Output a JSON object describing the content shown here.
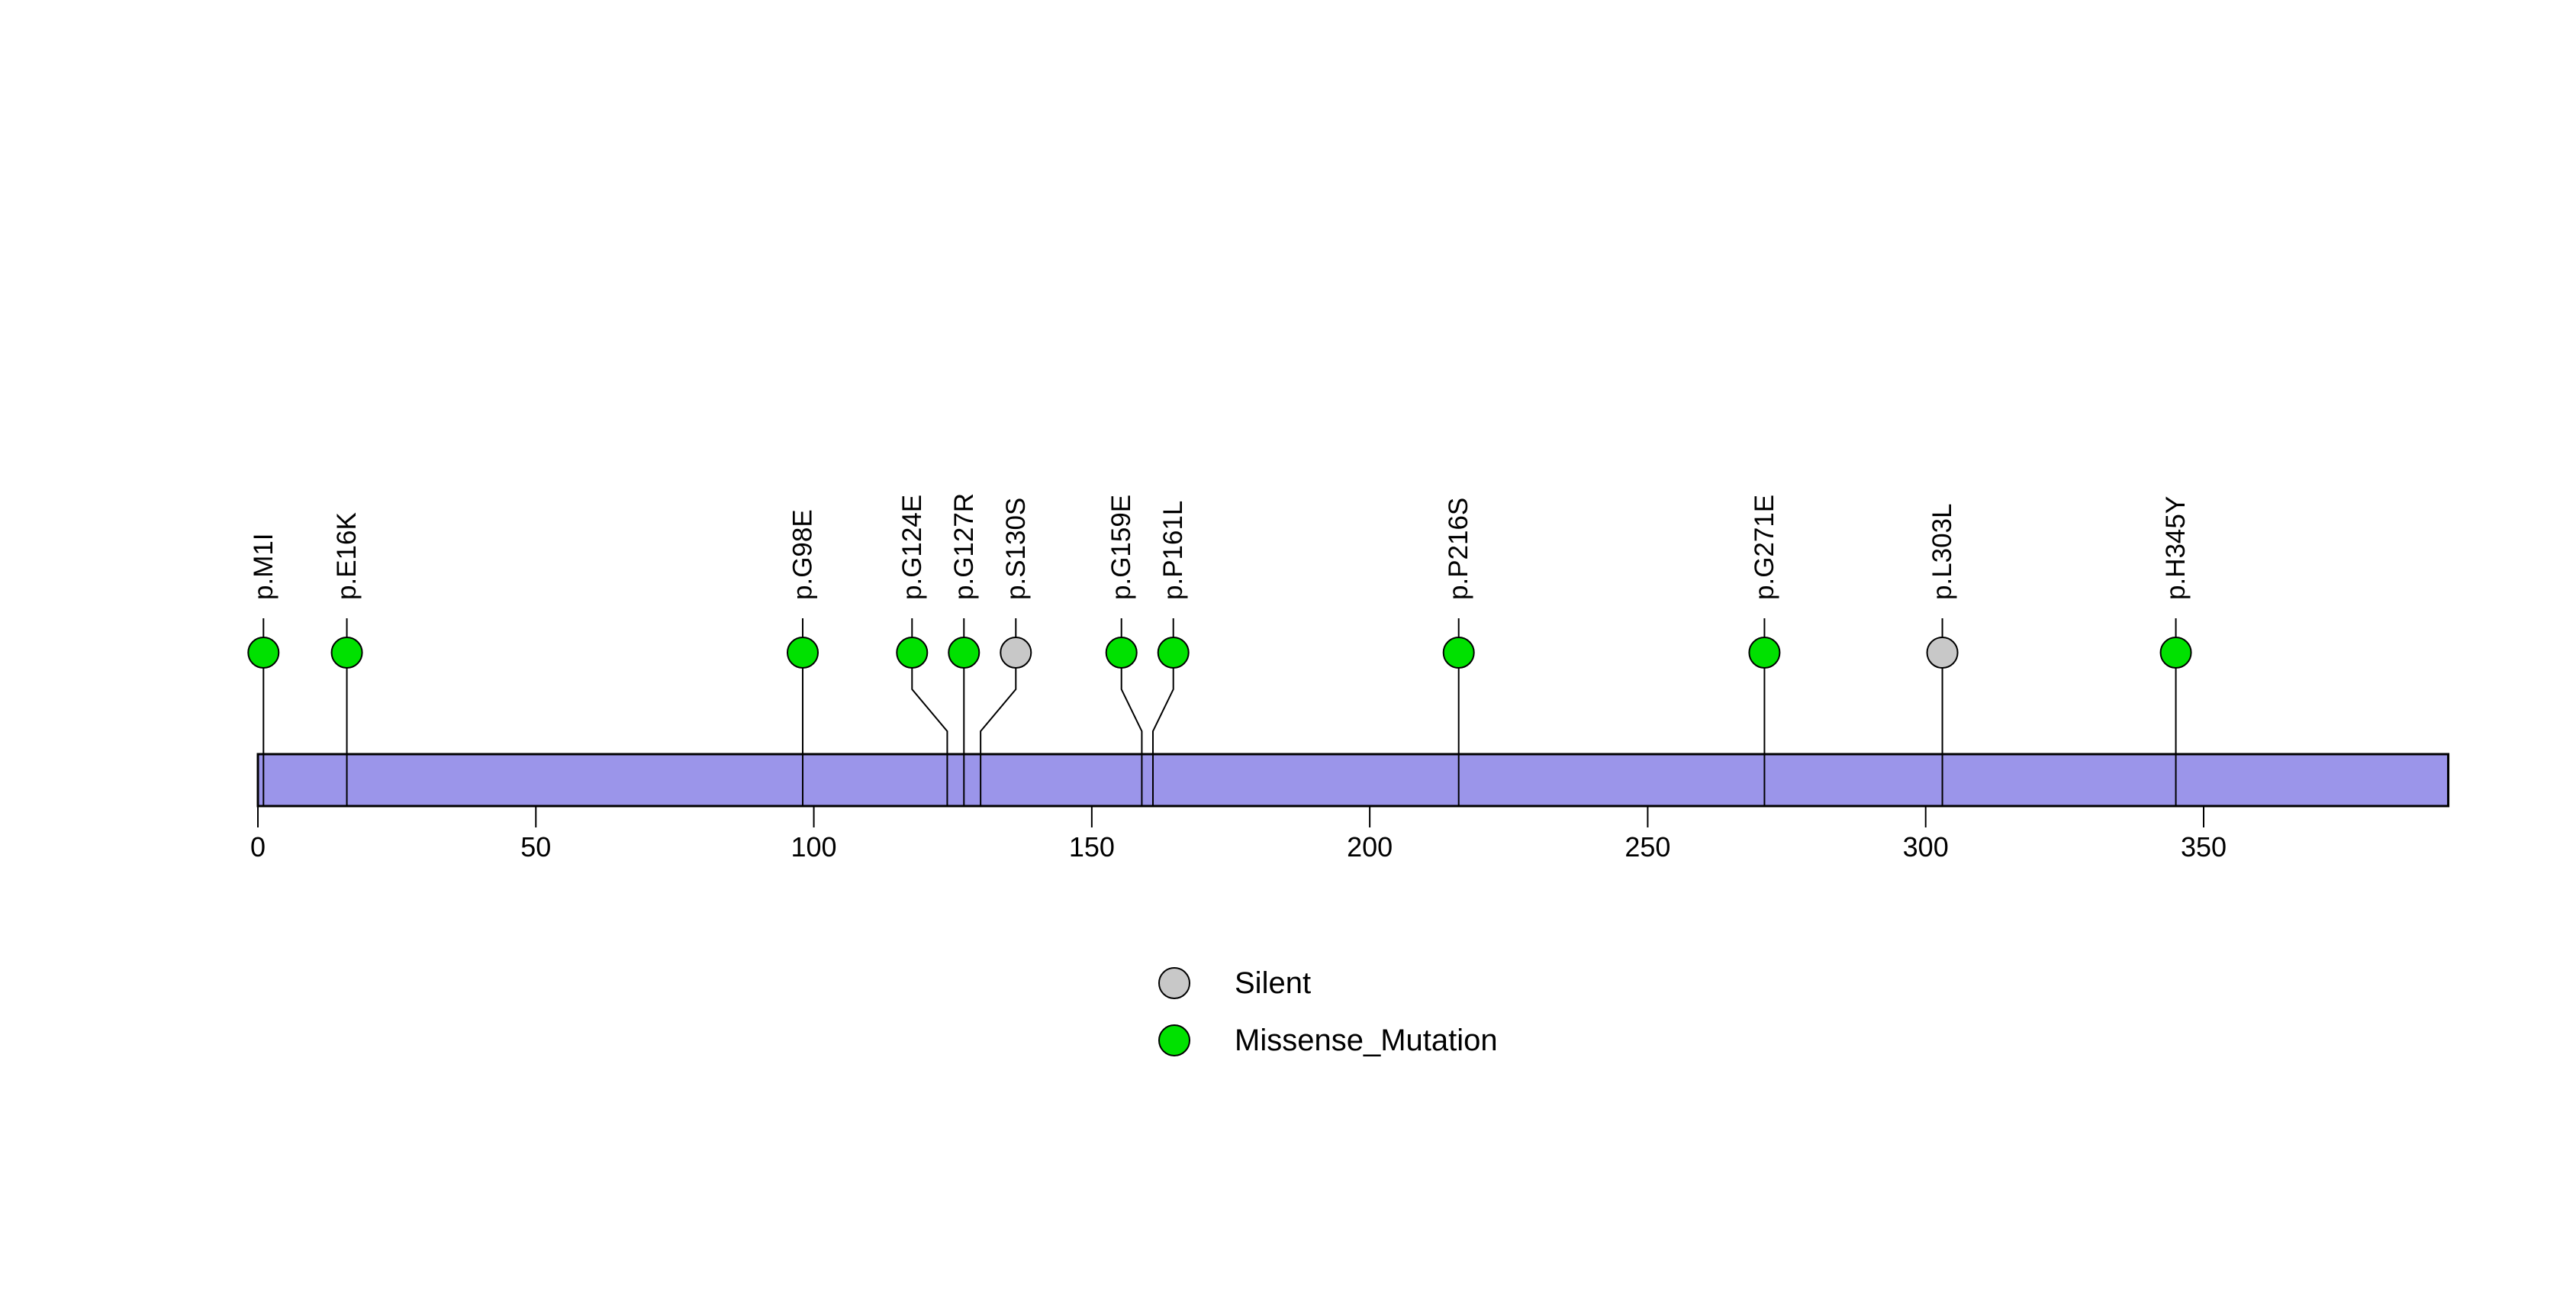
{
  "figure": {
    "background": "#FFFFFF",
    "kind": "protein mutation lollipop plot"
  },
  "chart_data": {
    "type": "lollipop",
    "title": "",
    "xlabel": "",
    "ylabel": "",
    "grid": false,
    "protein": {
      "length_aa": 394,
      "domain_bar_color": "#9B95EA",
      "bar_outline_color": "#000000"
    },
    "x_axis": {
      "range": [
        0,
        394
      ],
      "ticks": [
        0,
        50,
        100,
        150,
        200,
        250,
        300,
        350
      ]
    },
    "mutation_types": {
      "Silent": "#C8C8C8",
      "Missense_Mutation": "#00E100"
    },
    "mutations": [
      {
        "label": "p.M1I",
        "position": 1,
        "type": "Missense_Mutation"
      },
      {
        "label": "p.E16K",
        "position": 16,
        "type": "Missense_Mutation"
      },
      {
        "label": "p.G98E",
        "position": 98,
        "type": "Missense_Mutation"
      },
      {
        "label": "p.G124E",
        "position": 124,
        "type": "Missense_Mutation"
      },
      {
        "label": "p.G127R",
        "position": 127,
        "type": "Missense_Mutation"
      },
      {
        "label": "p.S130S",
        "position": 130,
        "type": "Silent"
      },
      {
        "label": "p.G159E",
        "position": 159,
        "type": "Missense_Mutation"
      },
      {
        "label": "p.P161L",
        "position": 161,
        "type": "Missense_Mutation"
      },
      {
        "label": "p.P216S",
        "position": 216,
        "type": "Missense_Mutation"
      },
      {
        "label": "p.G271E",
        "position": 271,
        "type": "Missense_Mutation"
      },
      {
        "label": "p.L303L",
        "position": 303,
        "type": "Silent"
      },
      {
        "label": "p.H345Y",
        "position": 345,
        "type": "Missense_Mutation"
      }
    ],
    "legend": {
      "position": "bottom-center",
      "items": [
        {
          "label": "Silent",
          "color": "#C8C8C8"
        },
        {
          "label": "Missense_Mutation",
          "color": "#00E100"
        }
      ]
    }
  }
}
